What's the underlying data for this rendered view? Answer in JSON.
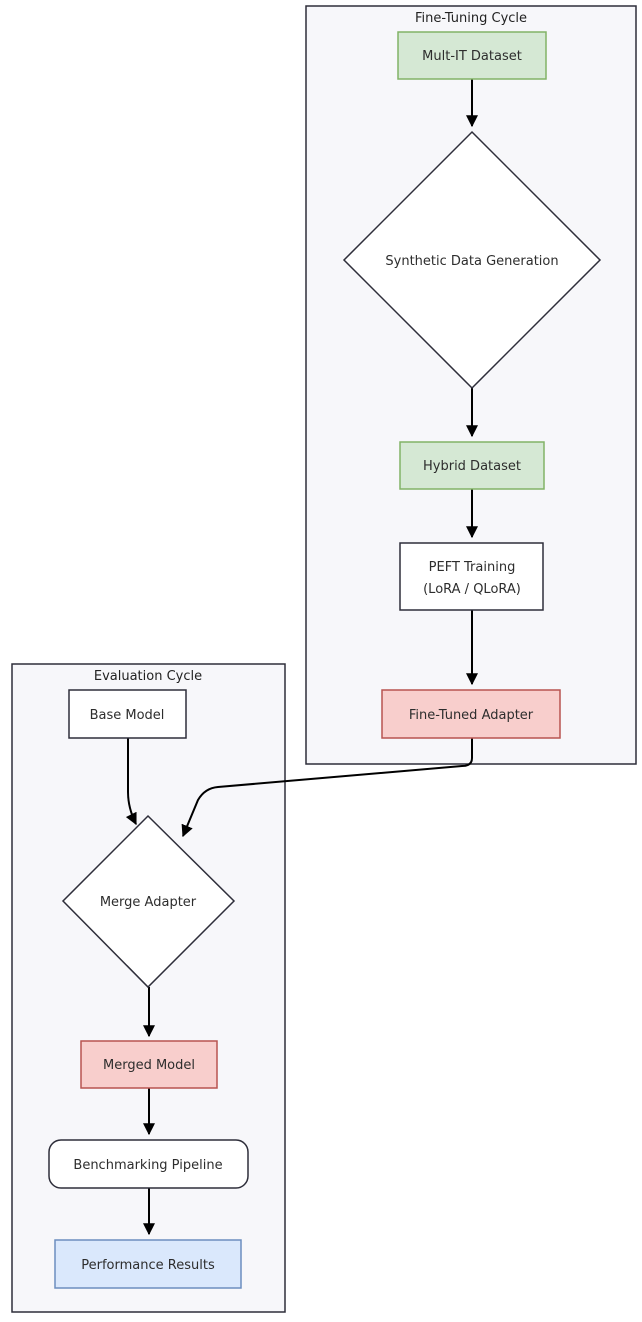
{
  "clusters": {
    "finetuning": {
      "title": "Fine-Tuning Cycle"
    },
    "evaluation": {
      "title": "Evaluation Cycle"
    }
  },
  "nodes": {
    "multit": {
      "label": "Mult-IT Dataset",
      "shape": "rect",
      "color": "#d5e8d4"
    },
    "synth": {
      "label": "Synthetic Data Generation",
      "shape": "diamond",
      "color": "#ffffff"
    },
    "hybrid": {
      "label": "Hybrid Dataset",
      "shape": "rect",
      "color": "#d5e8d4"
    },
    "peft": {
      "label_line1": "PEFT Training",
      "label_line2": "(LoRA / QLoRA)",
      "shape": "rect",
      "color": "#ffffff"
    },
    "adapter": {
      "label": "Fine-Tuned Adapter",
      "shape": "rect",
      "color": "#f8cecc"
    },
    "base": {
      "label": "Base Model",
      "shape": "rect",
      "color": "#ffffff"
    },
    "merge": {
      "label": "Merge Adapter",
      "shape": "diamond",
      "color": "#ffffff"
    },
    "merged": {
      "label": "Merged Model",
      "shape": "rect",
      "color": "#f8cecc"
    },
    "bench": {
      "label": "Benchmarking Pipeline",
      "shape": "rounded-rect",
      "color": "#ffffff"
    },
    "results": {
      "label": "Performance Results",
      "shape": "rect",
      "color": "#dae8fc"
    }
  },
  "edges": [
    {
      "from": "multit",
      "to": "synth"
    },
    {
      "from": "synth",
      "to": "hybrid"
    },
    {
      "from": "hybrid",
      "to": "peft"
    },
    {
      "from": "peft",
      "to": "adapter"
    },
    {
      "from": "adapter",
      "to": "merge"
    },
    {
      "from": "base",
      "to": "merge"
    },
    {
      "from": "merge",
      "to": "merged"
    },
    {
      "from": "merged",
      "to": "bench"
    },
    {
      "from": "bench",
      "to": "results"
    }
  ]
}
